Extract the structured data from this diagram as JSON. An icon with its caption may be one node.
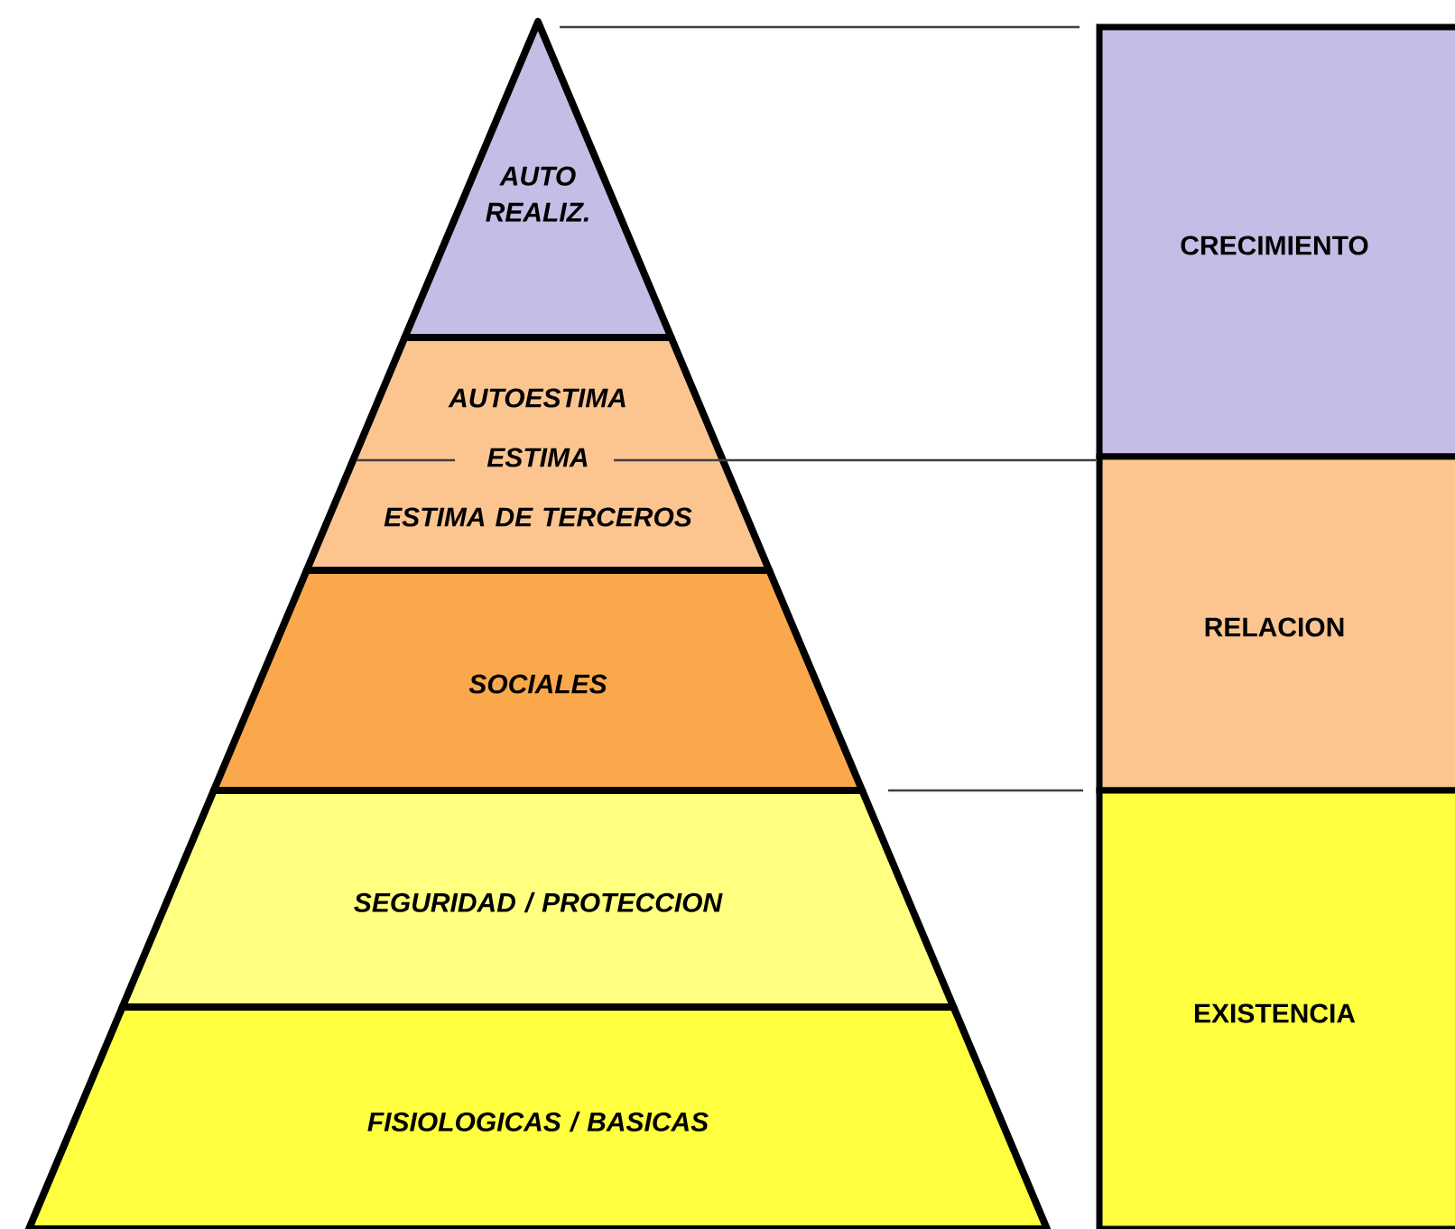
{
  "diagram": {
    "nodes": [
      {
        "text": [
          "AUTO REALIZ."
        ]
      },
      {
        "text": [
          "AUTOESTIMA",
          "ESTIMA",
          "ESTIMA DE TERCEROS"
        ]
      },
      {
        "text": [
          "SOCIALES"
        ]
      },
      {
        "text": [
          "SEGURIDAD / PROTECCION"
        ]
      },
      {
        "text": [
          "FISIOLOGICAS / BASICAS"
        ]
      },
      {
        "text": [
          "CRECIMIENTO"
        ]
      },
      {
        "text": [
          "RELACION"
        ]
      },
      {
        "text": [
          "EXISTENCIA"
        ]
      }
    ]
  }
}
